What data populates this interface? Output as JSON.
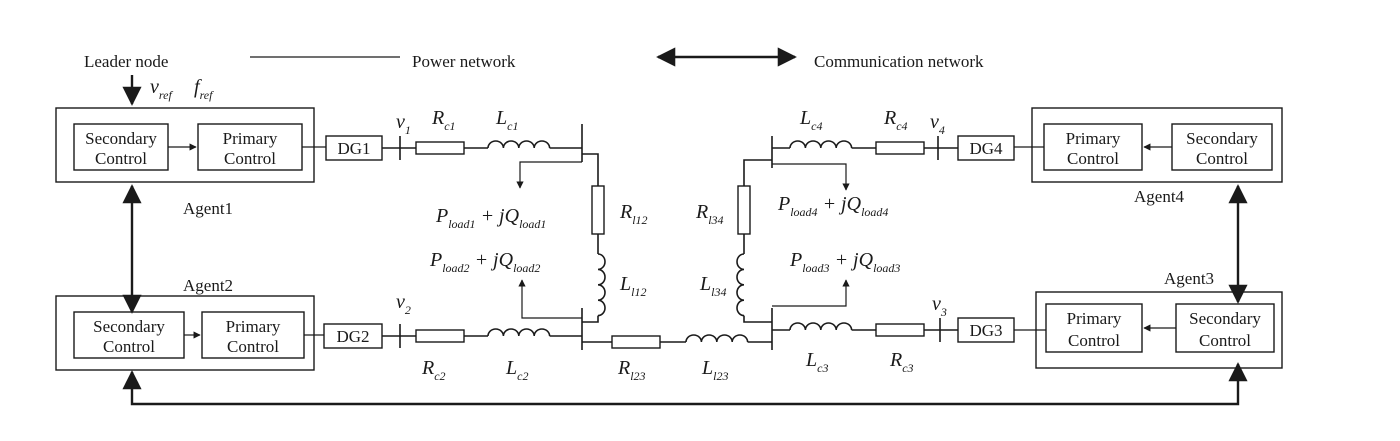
{
  "legend": {
    "leader_node": "Leader node",
    "power_network": "Power network",
    "communication_network": "Communication network"
  },
  "reference": {
    "v_ref": "v",
    "v_ref_sub": "ref",
    "f_ref": "f",
    "f_ref_sub": "ref"
  },
  "agents": {
    "agent1": {
      "name": "Agent1",
      "secondary": [
        "Secondary",
        "Control"
      ],
      "primary": [
        "Primary",
        "Control"
      ],
      "dg": "DG1"
    },
    "agent2": {
      "name": "Agent2",
      "secondary": [
        "Secondary",
        "Control"
      ],
      "primary": [
        "Primary",
        "Control"
      ],
      "dg": "DG2"
    },
    "agent3": {
      "name": "Agent3",
      "secondary": [
        "Secondary",
        "Control"
      ],
      "primary": [
        "Primary",
        "Control"
      ],
      "dg": "DG3"
    },
    "agent4": {
      "name": "Agent4",
      "secondary": [
        "Secondary",
        "Control"
      ],
      "primary": [
        "Primary",
        "Control"
      ],
      "dg": "DG4"
    }
  },
  "symbols": {
    "v1": {
      "base": "v",
      "sub": "1"
    },
    "v2": {
      "base": "v",
      "sub": "2"
    },
    "v3": {
      "base": "v",
      "sub": "3"
    },
    "v4": {
      "base": "v",
      "sub": "4"
    },
    "rc1": {
      "base": "R",
      "sub": "c1"
    },
    "lc1": {
      "base": "L",
      "sub": "c1"
    },
    "rc2": {
      "base": "R",
      "sub": "c2"
    },
    "lc2": {
      "base": "L",
      "sub": "c2"
    },
    "rc3": {
      "base": "R",
      "sub": "c3"
    },
    "lc3": {
      "base": "L",
      "sub": "c3"
    },
    "rc4": {
      "base": "R",
      "sub": "c4"
    },
    "lc4": {
      "base": "L",
      "sub": "c4"
    },
    "rl12": {
      "base": "R",
      "sub": "l12"
    },
    "ll12": {
      "base": "L",
      "sub": "l12"
    },
    "rl23": {
      "base": "R",
      "sub": "l23"
    },
    "ll23": {
      "base": "L",
      "sub": "l23"
    },
    "rl34": {
      "base": "R",
      "sub": "l34"
    },
    "ll34": {
      "base": "L",
      "sub": "l34"
    }
  },
  "loads": {
    "load1": {
      "p": "P",
      "p_sub": "load1",
      "op": " + j",
      "q": "Q",
      "q_sub": "load1"
    },
    "load2": {
      "p": "P",
      "p_sub": "load2",
      "op": " + j",
      "q": "Q",
      "q_sub": "load2"
    },
    "load3": {
      "p": "P",
      "p_sub": "load3",
      "op": " + j",
      "q": "Q",
      "q_sub": "load3"
    },
    "load4": {
      "p": "P",
      "p_sub": "load4",
      "op": " + j",
      "q": "Q",
      "q_sub": "load4"
    }
  }
}
